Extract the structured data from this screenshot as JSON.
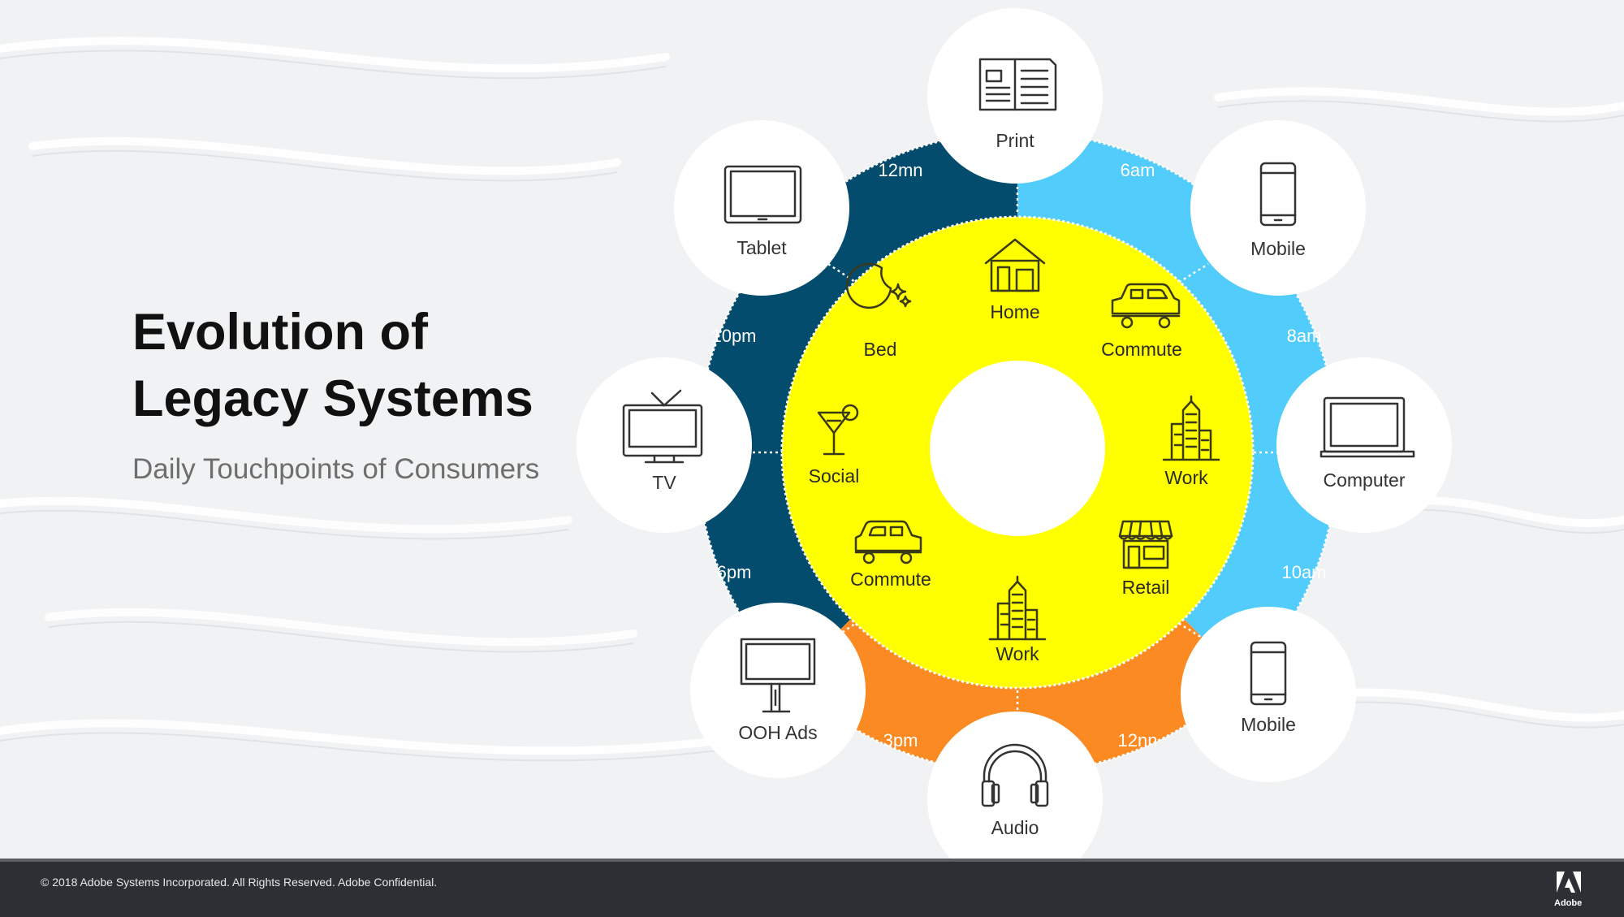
{
  "title_line1": "Evolution of",
  "title_line2": "Legacy Systems",
  "subtitle": "Daily Touchpoints of Consumers",
  "colors": {
    "night": "#034c6e",
    "day": "#52cdfb",
    "afternoon": "#fb8a23",
    "locations_ring": "#ffff00",
    "footer": "#2c2f33"
  },
  "time_labels": {
    "t6am": "6am",
    "t8am": "8am",
    "t10am": "10am",
    "t12nn": "12nn",
    "t3pm": "3pm",
    "t6pm": "6pm",
    "t10pm": "10pm",
    "t12mn": "12mn"
  },
  "touchpoints": {
    "print": {
      "label": "Print",
      "icon": "newspaper-icon"
    },
    "mobile_morning": {
      "label": "Mobile",
      "icon": "smartphone-icon"
    },
    "computer": {
      "label": "Computer",
      "icon": "laptop-icon"
    },
    "mobile_noon": {
      "label": "Mobile",
      "icon": "smartphone-icon"
    },
    "audio": {
      "label": "Audio",
      "icon": "headphones-icon"
    },
    "ooh_ads": {
      "label": "OOH Ads",
      "icon": "billboard-icon"
    },
    "tv": {
      "label": "TV",
      "icon": "tv-icon"
    },
    "tablet": {
      "label": "Tablet",
      "icon": "tablet-icon"
    }
  },
  "locations": {
    "home": {
      "label": "Home",
      "icon": "house-icon"
    },
    "commute_morning": {
      "label": "Commute",
      "icon": "car-icon"
    },
    "work_morning": {
      "label": "Work",
      "icon": "office-building-icon"
    },
    "retail": {
      "label": "Retail",
      "icon": "storefront-icon"
    },
    "work_afternoon": {
      "label": "Work",
      "icon": "office-building-icon"
    },
    "commute_evening": {
      "label": "Commute",
      "icon": "car-icon"
    },
    "social": {
      "label": "Social",
      "icon": "cocktail-icon"
    },
    "bed": {
      "label": "Bed",
      "icon": "moon-stars-icon"
    }
  },
  "footer": {
    "copyright": "© 2018 Adobe Systems Incorporated.  All Rights Reserved.  Adobe Confidential.",
    "brand": "Adobe"
  }
}
